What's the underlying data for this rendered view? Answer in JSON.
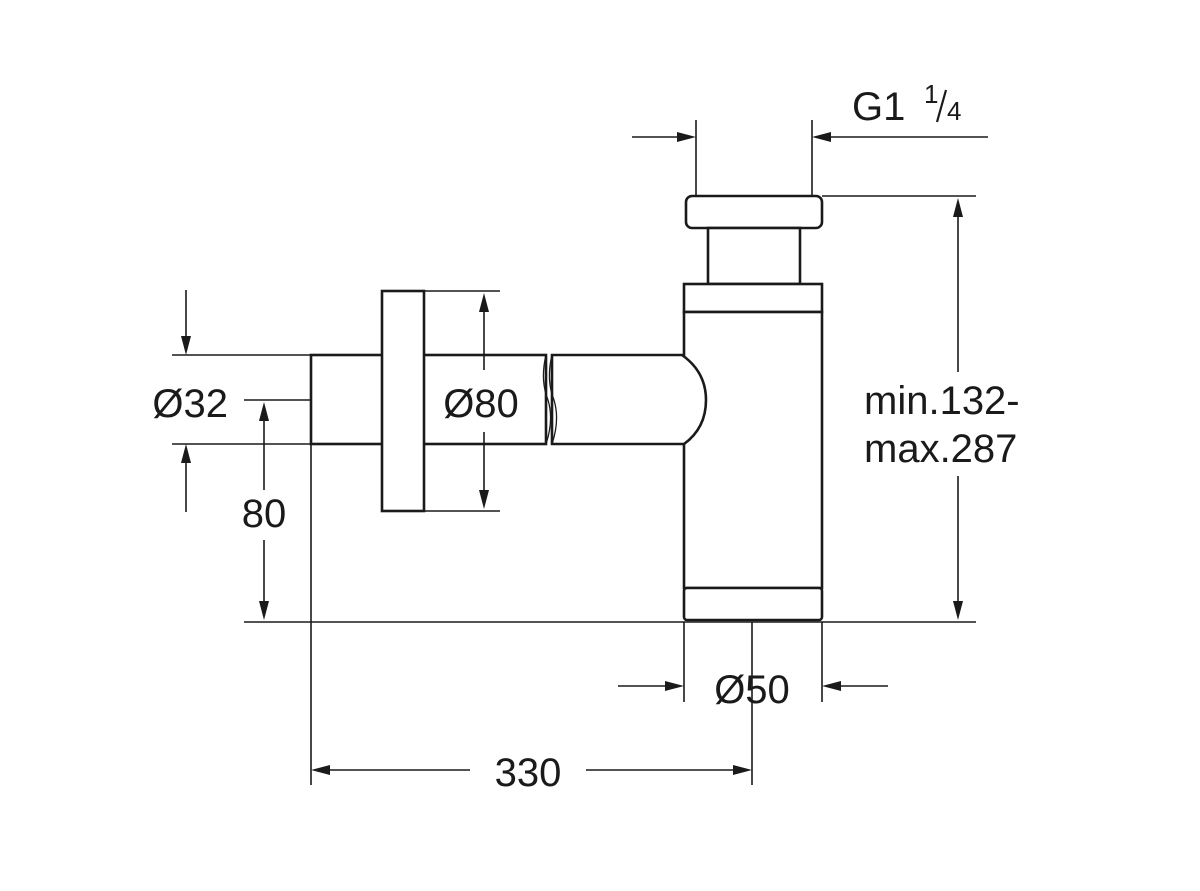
{
  "dimensions": {
    "inlet_diameter": "Ø32",
    "flange_diameter": "Ø80",
    "outlet_diameter": "Ø50",
    "inlet_height": "80",
    "wall_distance": "330",
    "height_min": "min.132-",
    "height_max": "max.287",
    "thread_prefix": "G1",
    "thread_numerator": "1",
    "thread_denominator": "4"
  }
}
